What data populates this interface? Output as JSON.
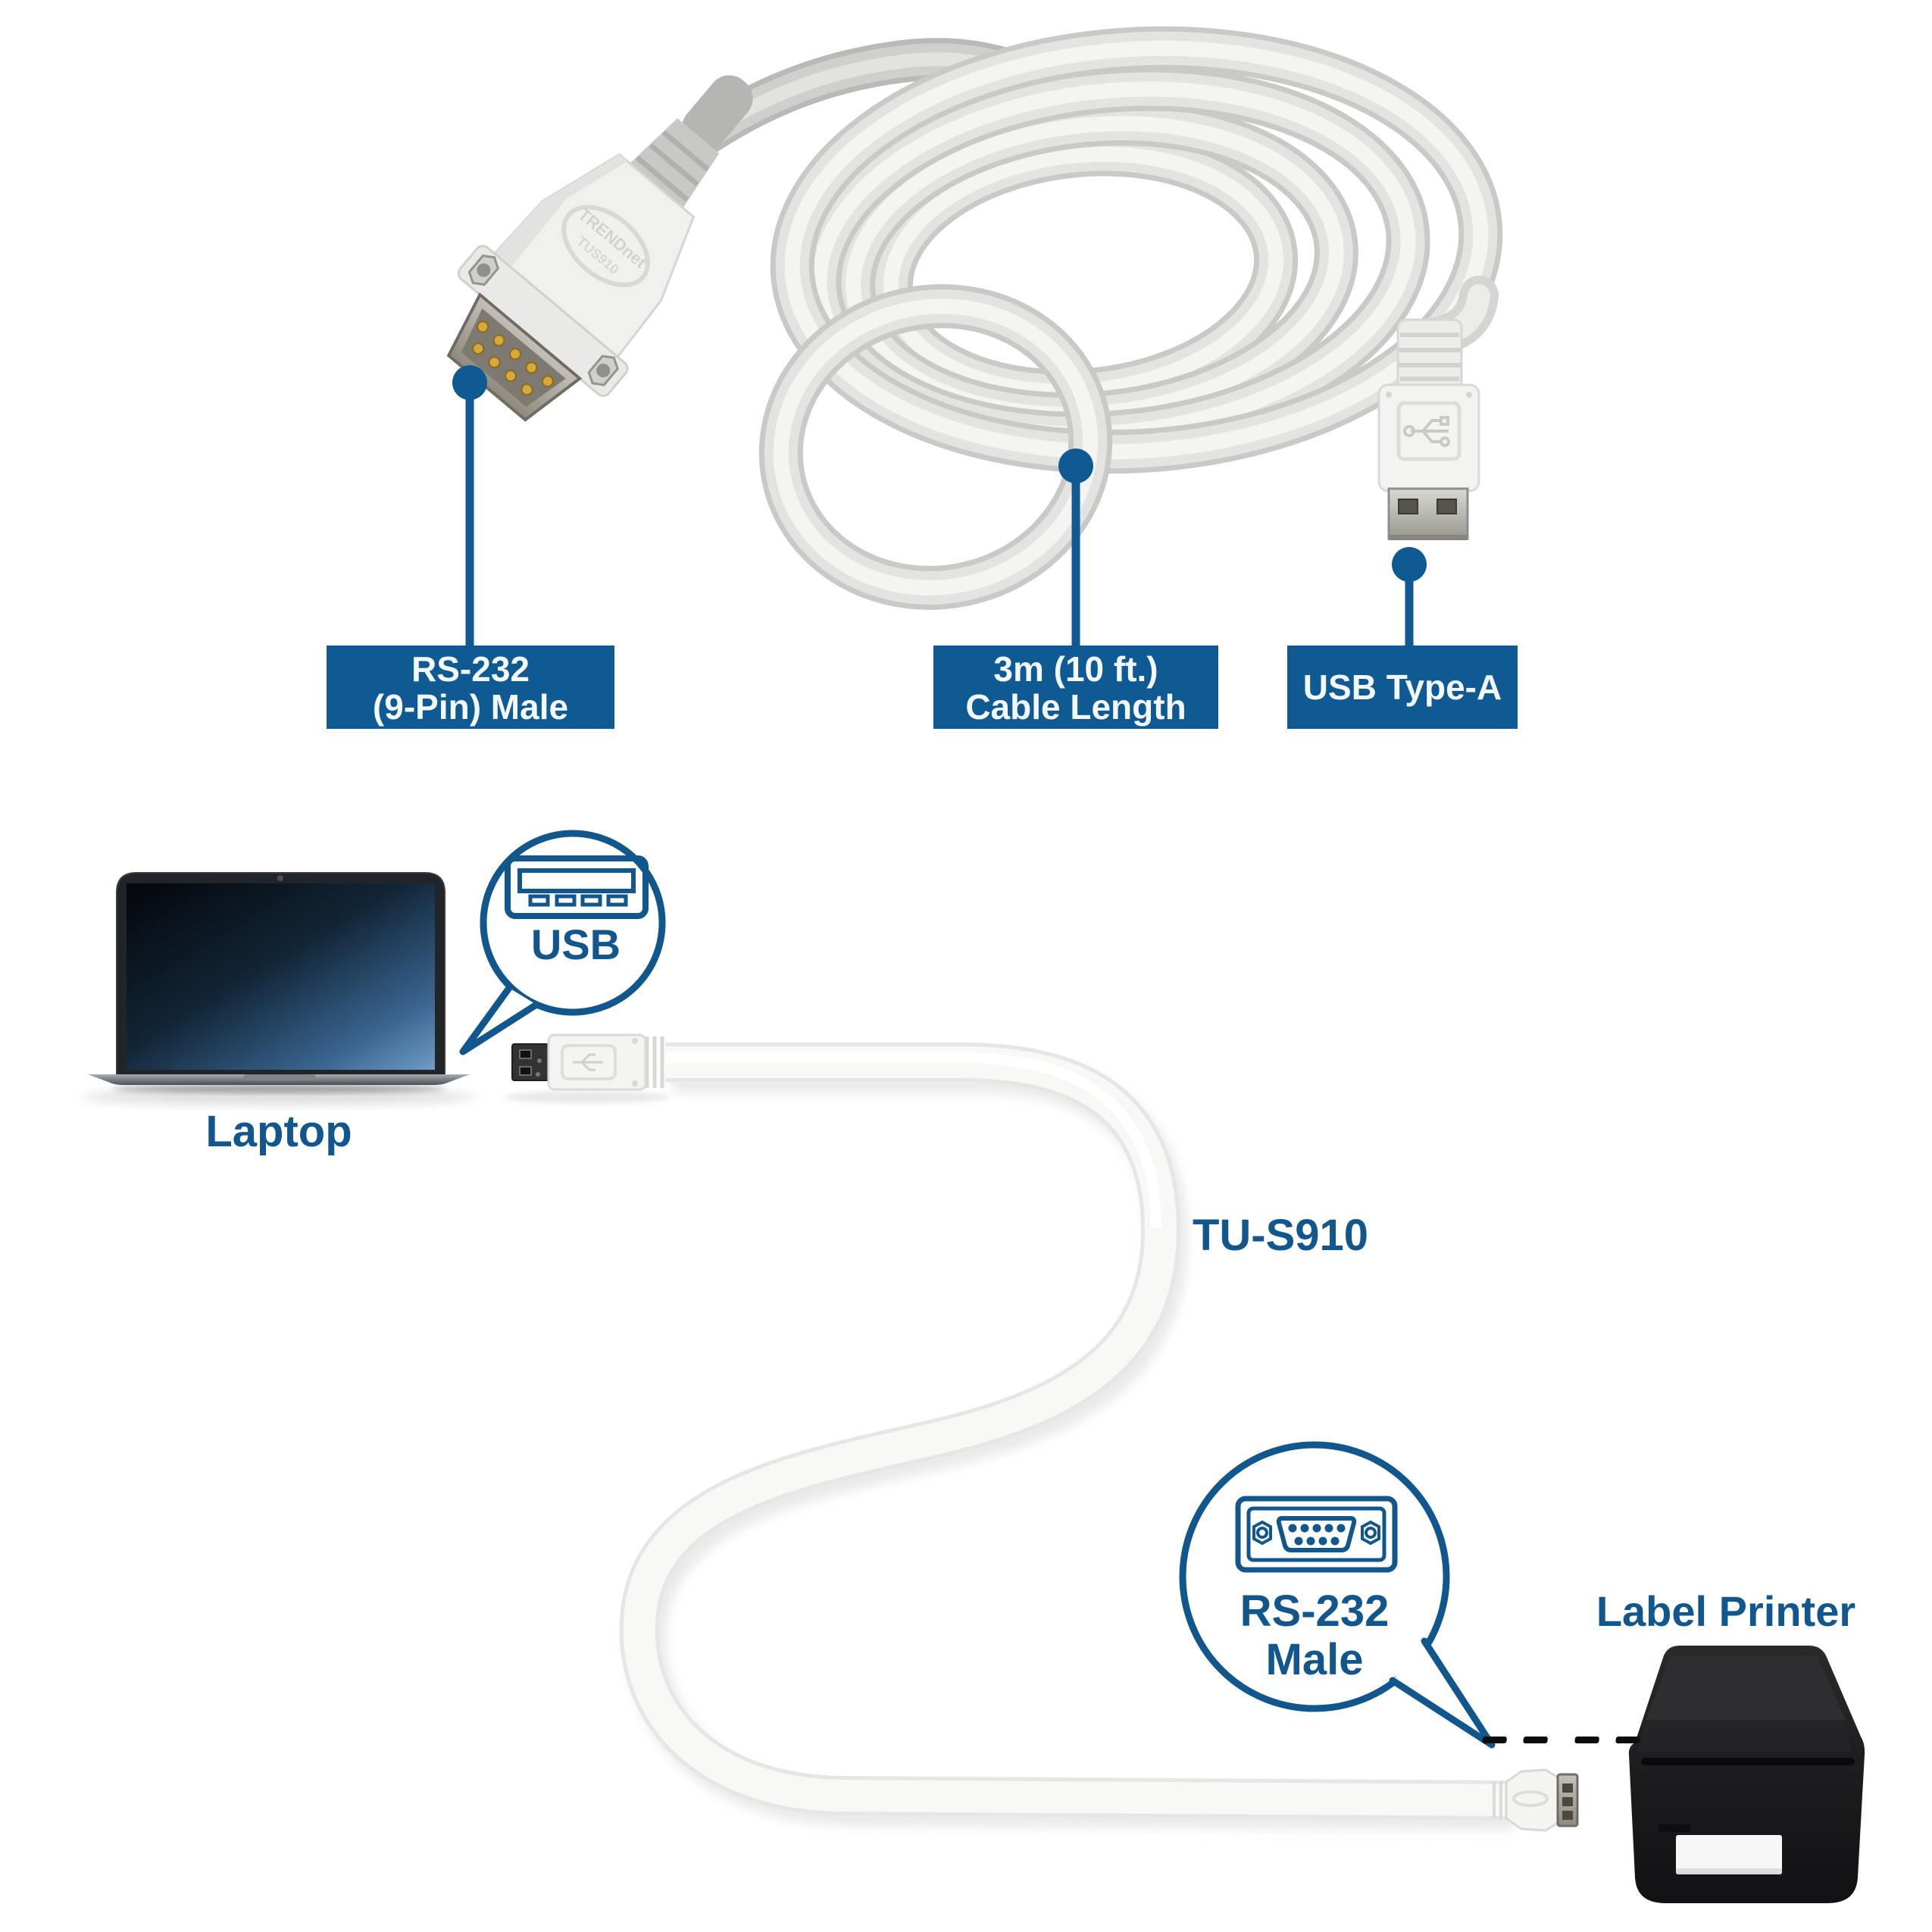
{
  "colors": {
    "accent_blue": "#0f5a92",
    "callout_box_bg": "#0f5a92",
    "callout_box_text": "#f2f8fd",
    "diagram_text_blue": "#11568c",
    "photo_cable_gray": "#dcdcda",
    "diagram_cable_white": "#f7f7f6",
    "printer_black": "#1d1d1f"
  },
  "photo": {
    "emboss_brand": "TRENDnet",
    "emboss_model": "TUS910",
    "callouts": {
      "rs232": {
        "line1": "RS-232",
        "line2": "(9-Pin) Male"
      },
      "length": {
        "line1": "3m (10 ft.)",
        "line2": "Cable Length"
      },
      "usb": {
        "label": "USB Type-A"
      }
    }
  },
  "diagram": {
    "laptop_label": "Laptop",
    "usb_bubble_label": "USB",
    "cable_model": "TU-S910",
    "rs232_bubble": {
      "line1": "RS-232",
      "line2": "Male"
    },
    "printer_label": "Label Printer"
  },
  "icons": {
    "usb_port": "usb-port-icon",
    "db9_port": "db9-serial-port-icon"
  }
}
